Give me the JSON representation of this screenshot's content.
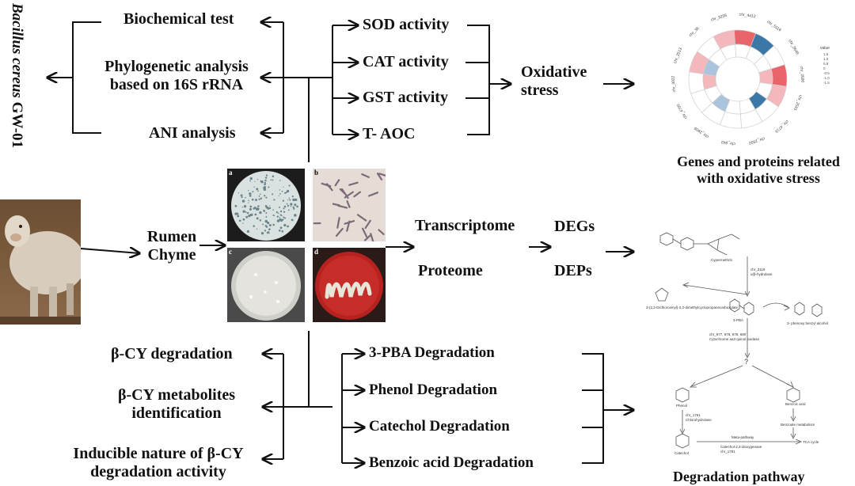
{
  "organism": {
    "genus_species": "Bacillus cereus",
    "strain": "GW-01"
  },
  "identification": {
    "biochemical": "Biochemical test",
    "phylo_line1": "Phylogenetic analysis",
    "phylo_line2": "based on 16S rRNA",
    "ani": "ANI analysis"
  },
  "oxidative": {
    "sod": "SOD activity",
    "cat": "CAT activity",
    "gst": "GST activity",
    "taoc": "T- AOC",
    "stress_line1": "Oxidative",
    "stress_line2": "stress",
    "caption_line1": "Genes and proteins related",
    "caption_line2": "with oxidative stress"
  },
  "source": {
    "line1": "Rumen",
    "line2": "Chyme"
  },
  "panels": {
    "a": "a",
    "b": "b",
    "c": "c",
    "d": "d"
  },
  "omics": {
    "transcriptome": "Transcriptome",
    "proteome": "Proteome",
    "degs": "DEGs",
    "deps": "DEPs"
  },
  "degradation": {
    "bcy": "β-CY degradation",
    "metab_line1": "β-CY metabolites",
    "metab_line2": "identification",
    "inducible_line1": "Inducible nature of β-CY",
    "inducible_line2": "degradation activity",
    "pba": "3-PBA Degradation",
    "phenol": "Phenol Degradation",
    "catechol": "Catechol Degradation",
    "benzoic": "Benzoic acid Degradation",
    "pathway_caption": "Degradation pathway"
  },
  "pathway_figure": {
    "start": "Cypermethrin",
    "enzyme1": "chr_3118",
    "enzyme1b": "α/β-hydrolase",
    "side_product": "3-(2,2-Dichlorovinyl)-2,2-dimethylcyclopropanecarboxylate",
    "intermediate": "3-PBA",
    "alcohol": "3- phenoxy benzyl alcohol",
    "enzyme2": "chr_677, 678, 679, 680",
    "enzyme2b": "Cytochrome aa3 quinol oxidase",
    "unknown": "?",
    "phenol": "Phenol",
    "benzoic": "Benzoic acid",
    "enzyme3": "chr_1761",
    "enzyme3b": "Chlorohydrolase",
    "benzoate": "Benzoate metabolism",
    "catechol": "Catechol",
    "meta": "Meta-pathway",
    "enzyme4": "Catechol-2,3-dioxygenase",
    "enzyme4b": "chr_1781",
    "tca": "TCA cycle"
  },
  "heatmap": {
    "gene_labels": [
      "chr_3256",
      "chr_4412",
      "chr_5116",
      "chr_3648",
      "chr_2590",
      "chr_2591",
      "chr_4719",
      "chr_2932",
      "chr_842",
      "chr_2909",
      "chr_4750",
      "chr_3022",
      "chr_2513",
      "chr_36"
    ],
    "legend_title": "value",
    "legend_values": [
      "1.5",
      "1.0",
      "0.5",
      "0",
      "-0.5",
      "-1.0",
      "-1.5"
    ],
    "colors": {
      "high": "#3b78a8",
      "mid_high": "#a9c4dc",
      "low": "#e8646a",
      "mid_low": "#f4b8bc",
      "neutral": "#ffffff"
    }
  }
}
